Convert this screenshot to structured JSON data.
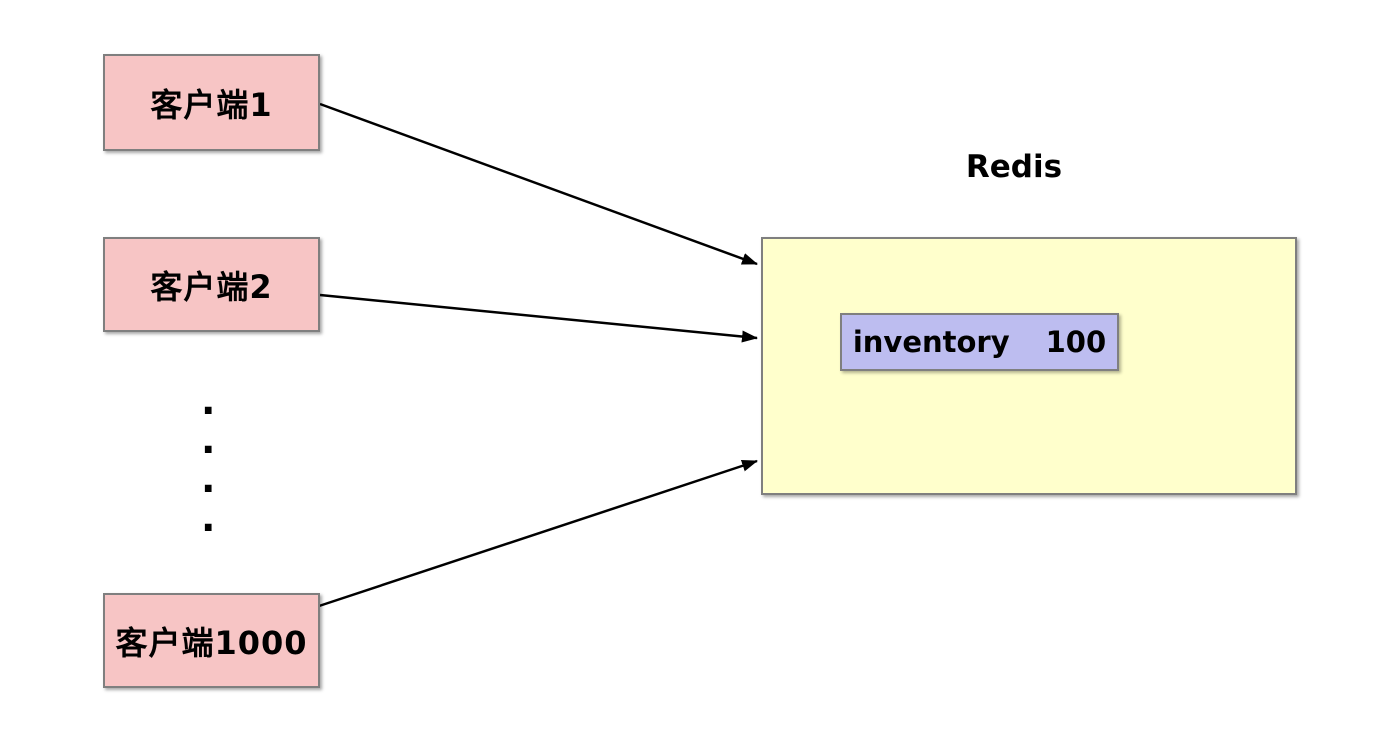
{
  "diagram": {
    "clients": [
      {
        "label": "客户端1"
      },
      {
        "label": "客户端2"
      },
      {
        "label": "客户端1000"
      }
    ],
    "ellipsis": {
      "dots": [
        ".",
        ".",
        ".",
        "."
      ]
    },
    "redis": {
      "label": "Redis",
      "record": {
        "key": "inventory",
        "value": "100"
      }
    },
    "colors": {
      "client_fill": "#f7c5c5",
      "redis_fill": "#ffffcc",
      "record_fill": "#bdbdf0",
      "border": "#7f7f7f",
      "arrow": "#000000",
      "text": "#000000",
      "background": "#ffffff"
    }
  }
}
